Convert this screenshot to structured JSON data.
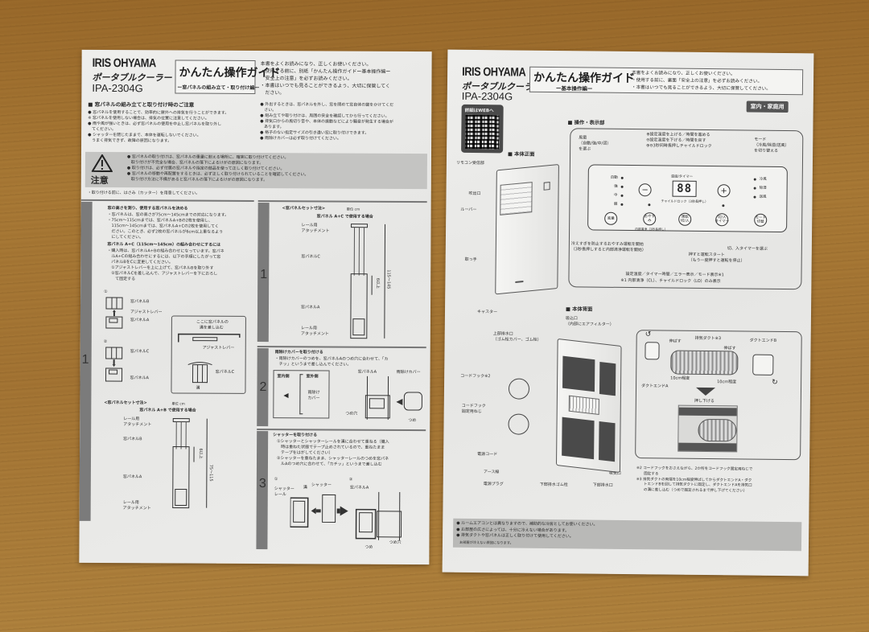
{
  "scene": {
    "description": "Photograph of two printed instruction sheets lying on a wooden table",
    "table_color": "#a47534"
  },
  "left_sheet": {
    "brand": "IRIS OHYAMA",
    "product": "ポータブルクーラー",
    "model": "IPA-2304G",
    "title": "かんたん操作ガイド",
    "subtitle": "ー窓パネルの組み立て・取り付け編ー",
    "intro_notes": [
      "本書をよくお読みになり、正しくお使いください。",
      "・使用する前に、別紙「かんたん操作ガイドー基本操作編ー",
      "　安全上の注意」を必ずお読みください。",
      "・本書はいつでも見ることができるよう、大切に保管してく",
      "　ださい。"
    ],
    "precautions_heading": "■ 窓パネルの組み立てと取り付け時のご注意",
    "precautions_left": [
      "● 窓パネルを使用することで、効率的に屋外への排気を行うことができます。",
      "※ 窓パネルを使用しない場合は、排気の位置に注意してください。",
      "● 雨や風が強いときは、必ず窓パネルの使用を中止し窓パネルを取り外し",
      "　てください。",
      "● シャッターを閉じたままで、本体を運転しないでください。",
      "　うまく排気できず、故障の原因になります。"
    ],
    "precautions_right": [
      "● 外出するときは、窓パネルを外し、窓を閉めて窓自体の鍵をかけてくだ",
      "　さい。",
      "● 組み立てや取り付けは、周囲の安全を確認してから行ってください。",
      "● 排気口からの風切り音や、本体の振動などにより騒音が発生する場合が",
      "　あります。",
      "● 格子のない指定サイズの引き違い窓に取り付けできます。",
      "● 雨除けカバーは必ず取り付けてください。"
    ],
    "caution": {
      "icon": "warning-triangle-icon",
      "label": "注意",
      "lines": [
        "● 窓パネルの取り付けは、窓パネルの重量に耐える場所に、確実に取り付けてください。",
        "　取り付けが不完全な場合、窓パネルの落下によるけがの原因になります。",
        "● 取り付けは、必ず付属の窓パネルや指定の部品を使って正しく取り付けてください。",
        "● 窓パネルの移動や再配置をするときは、必ず正しく取り付けられていることを確認してください。",
        "　取り付け方法に不備があると窓パネルの落下によるけがの原因になります。"
      ]
    },
    "prep_note": "・取り付ける前に、はさみ（カッター）を用意してください。",
    "step1": {
      "number": "1",
      "heading": "窓の高さを測り、使用する窓パネルを決める",
      "lines": [
        "・窓パネルは、窓の高さが75cm〜145cmまでの対応になります。",
        "・75cm〜115cmまでは、窓パネルA+Bの2枚を使用し、",
        "　115cm〜145cmまでは、窓パネルA+Cの2枚を使用してく",
        "　ださい。このとき、必ず2枚の窓パネルが6cm以上重なるよう",
        "　にしてください。"
      ],
      "sub_heading": "窓パネル A+C（115cm〜145cm）の組み合わせにするには",
      "sub_lines": [
        "・購入時は、窓パネルA+Bの組み合わせになっています。窓パネ",
        "　ルA+Cの組み合わせにするには、以下の手順にしたがって窓",
        "　パネルBをCに変更してください。",
        "　①アジャストレバーを上に上げて、窓パネルBを取り外す",
        "　②窓パネルCを差し込んで、アジャストレバーを下におろし",
        "　　て固定する"
      ],
      "fig_labels": {
        "circle1": "①",
        "circle2": "②",
        "panel_b": "窓パネルB",
        "adjust_lever": "アジャストレバー",
        "panel_a": "窓パネルA",
        "panel_c": "窓パネルC",
        "insert_here": "ここに窓パネルの",
        "insert_here_2": "溝を差し込む",
        "groove": "溝"
      },
      "set_dims_title": "<窓パネルセット寸法>",
      "unit": "単位 cm",
      "ab_title": "窓パネル A+B で使用する場合",
      "ab_labels": {
        "rail_top": "レール用",
        "rail_top_2": "アタッチメント",
        "panel_b": "窓パネルB",
        "panel_a": "窓パネルA",
        "rail_bottom": "レール用",
        "rail_bottom_2": "アタッチメント",
        "overlap": "6以上",
        "range": "75〜115"
      },
      "ac_title": "窓パネル A+C で使用する場合",
      "ac_labels": {
        "rail_top": "レール用",
        "rail_top_2": "アタッチメント",
        "panel_c": "窓パネルC",
        "panel_a": "窓パネルA",
        "rail_bottom": "レール用",
        "rail_bottom_2": "アタッチメント",
        "overlap": "6以上",
        "range": "115〜145"
      }
    },
    "step2": {
      "number": "2",
      "heading": "雨除けカバーを取り付ける",
      "lines": [
        "・雨除けカバーのつめを、窓パネルAのつめ穴に合わせて、「カ",
        "　チッ」というまで差し込んでください。"
      ],
      "labels": {
        "indoor": "室内側",
        "outdoor": "室外側",
        "cover": "雨除け",
        "cover_2": "カバー",
        "panel_a": "窓パネルA",
        "rain_cover": "雨除けカバー",
        "claw_hole": "つめ穴",
        "claw": "つめ"
      }
    },
    "step3": {
      "number": "3",
      "heading": "シャッターを取り付ける",
      "lines": [
        "①シャッターとシャッターレールを溝に合わせて重ねる（購入",
        "　時は重ねた状態でテープ止めされているので、重ねたまま",
        "　テープをはがしてください）",
        "②シャッターを重ねたまま、シャッターレールのつめを窓パネ",
        "　ルAのつめ穴に合わせて、「カチッ」というまで差し込む"
      ],
      "labels": {
        "circle1": "①",
        "circle2": "②",
        "shutter_rail": "シャッター",
        "shutter_rail_2": "レール",
        "groove": "溝",
        "shutter": "シャッター",
        "panel_a": "窓パネルA",
        "claw": "つめ",
        "claw_hole": "つめ穴"
      }
    }
  },
  "right_sheet": {
    "brand": "IRIS OHYAMA",
    "product": "ポータブルクーラー",
    "model": "IPA-2304G",
    "title": "かんたん操作ガイド",
    "subtitle": "ー基本操作編ー",
    "intro_notes": [
      "本書をよくお読みになり、正しくお使いください。",
      "・使用する前に、裏面「安全上の注意」を必ずお読みください。",
      "・本書はいつでも見ることができるよう、大切に保管してください。"
    ],
    "qr_label": "詳細はWEBへ",
    "usage_badge": "室内・家庭用",
    "front_heading": "■ 本体正面",
    "front_labels": {
      "remote_receiver": "リモコン受信部",
      "outlet": "吹出口",
      "louver": "ルーバー",
      "handle": "取っ手",
      "caster": "キャスター"
    },
    "panel_heading": "■ 操作・表示部",
    "panel": {
      "fan_desc": [
        "風量",
        "（自動/強/中/弱）",
        "を選ぶ"
      ],
      "temp_desc": [
        "⊕設定温度を上げる／時間を進める",
        "⊖設定温度を下げる／時間を戻す",
        "⊕⊖3秒同時長押しチャイルドロック"
      ],
      "mode_desc": [
        "モード",
        "（冷風/除湿/送風）",
        "を切り替える"
      ],
      "fan_levels": [
        "自動",
        "強",
        "中",
        "弱"
      ],
      "modes": [
        "冷風",
        "除湿",
        "送風"
      ],
      "display_label": "温度/タイマー",
      "display_value": "88",
      "child_lock_label": "チャイルドロック（3秒長押し）",
      "minus": "−",
      "plus": "+",
      "buttons": [
        "風量",
        "おやすみ",
        "運転\n切/入",
        "切/入\nタイマー",
        "モード\n切替"
      ],
      "cleaning_label": "内部清浄（3秒長押し）",
      "sleep_desc": [
        "冷えすぎを防止するおやすみ運転を開始",
        "（3秒長押しすると内部清浄運転を開始）"
      ],
      "timer_desc": "切、入タイマーを選ぶ",
      "power_desc": [
        "押すと運転スタート",
        "（もう一度押すと運転を停止）"
      ],
      "display_desc": "設定温度／タイマー時間／エラー表示／モード表示※1",
      "footnote": "※1 内部清浄（CL）、チャイルドロック（LO）のみ表示"
    },
    "back_heading": "■ 本体背面",
    "back_labels": {
      "intake": "吸込口",
      "intake_2": "（内部にエアフィルター）",
      "upper_drain": "上部排水口",
      "upper_drain_2": "（ゴム栓カバー、ゴム栓）",
      "cord_hook": "コードフック※2",
      "cord_hook_screw": "コードフック",
      "cord_hook_screw_2": "固定用ねじ",
      "power_cord": "電源コード",
      "earth_wire": "アース線",
      "power_plug": "電源プラグ",
      "lower_drain_plug": "下部排水ゴム栓",
      "lower_drain": "下部排水口",
      "exhaust": "吸気口"
    },
    "duct_labels": {
      "stretch_left": "伸ばす",
      "exhaust_duct": "排気ダクト※3",
      "stretch_right": "伸ばす",
      "end_b": "ダクトエンドB",
      "end_a": "ダクトエンドA",
      "approx_left": "10cm程度",
      "approx_right": "10cm程度",
      "push_down": "押し下げる"
    },
    "footnotes": [
      "※2 コードフックをおさえながら、2か所をコードフック固定用ねじで",
      "　　固定する",
      "※3 排気ダクトの両端を10cm程度伸ばしてからダクトエンドA・ダク",
      "　　トエンドBを回して排気ダクトに固定し、ダクトエンドAを排気口",
      "　　の溝に差し込む（つめで固定されるまで押し下げてください）"
    ],
    "bottom_notes": [
      "● ルームエアコンとは異なりますので、補助的な冷房としてお使いください。",
      "● お部屋の広さによっては、十分に冷えない場合があります。",
      "● 排気ダクトや窓パネルは正しく取り付けて使用してください。",
      "　お部屋が冷えない原因になります。"
    ]
  }
}
